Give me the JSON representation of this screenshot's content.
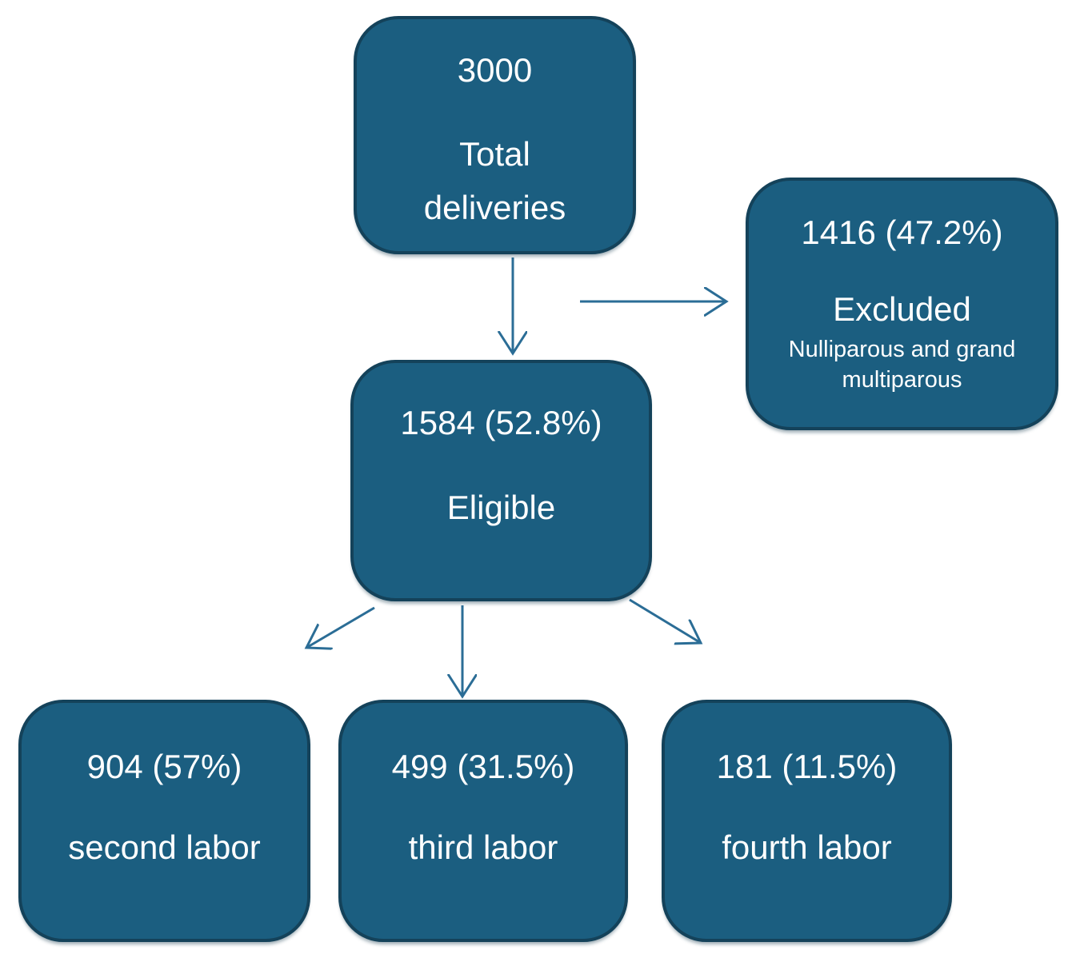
{
  "colors": {
    "background": "#ffffff",
    "box_fill": "#1B5E80",
    "box_border": "#14425A",
    "arrow": "#2B6D96",
    "text": "#FFFFFF"
  },
  "nodes": [
    {
      "id": "total-deliveries",
      "value": "3000",
      "label": "Total deliveries"
    },
    {
      "id": "excluded",
      "value": "1416 (47.2%)",
      "label": "Excluded",
      "sublabel": "Nulliparous and grand multiparous"
    },
    {
      "id": "eligible",
      "value": "1584 (52.8%)",
      "label": "Eligible"
    },
    {
      "id": "second-labor",
      "value": "904 (57%)",
      "label": "second labor"
    },
    {
      "id": "third-labor",
      "value": "499 (31.5%)",
      "label": "third labor"
    },
    {
      "id": "fourth-labor",
      "value": "181 (11.5%)",
      "label": "fourth labor"
    }
  ],
  "edges": [
    {
      "from": "total-deliveries",
      "to": "eligible"
    },
    {
      "from": "total-deliveries",
      "to": "excluded"
    },
    {
      "from": "eligible",
      "to": "second-labor"
    },
    {
      "from": "eligible",
      "to": "third-labor"
    },
    {
      "from": "eligible",
      "to": "fourth-labor"
    }
  ]
}
